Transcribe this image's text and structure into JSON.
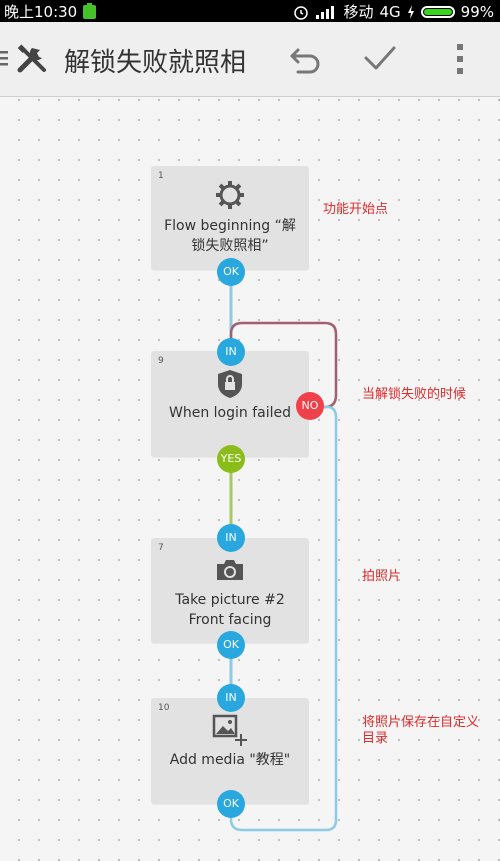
{
  "status_bar": {
    "time": "晚上10:30",
    "carrier": "移动",
    "network": "4G",
    "battery": "99%"
  },
  "app_bar": {
    "title": "解锁失败就照相"
  },
  "blocks": [
    {
      "num": "1",
      "label": "Flow beginning “解\n锁失败照相”",
      "out": "OK",
      "icon": "gear-icon"
    },
    {
      "num": "9",
      "label": "When login failed",
      "in": "IN",
      "yes": "YES",
      "no": "NO",
      "icon": "lock-shield-icon"
    },
    {
      "num": "7",
      "label": "Take picture #2\nFront facing",
      "in": "IN",
      "out": "OK",
      "icon": "camera-icon"
    },
    {
      "num": "10",
      "label": "Add media \"教程\"",
      "in": "IN",
      "out": "OK",
      "icon": "add-image-icon"
    }
  ],
  "annotations": {
    "a1": "功能开始点",
    "a2": "当解锁失败的时候",
    "a3": "拍照片",
    "a4": "将照片保存在自定义\n目录"
  },
  "colors": {
    "port_blue": "#29a8e0",
    "port_green": "#8bbd1a",
    "port_red": "#f0414a",
    "wire_blue": "#8ccbe8",
    "wire_green": "#a8c860",
    "wire_maroon": "#a06070",
    "annotation_red": "#e12a2a"
  }
}
